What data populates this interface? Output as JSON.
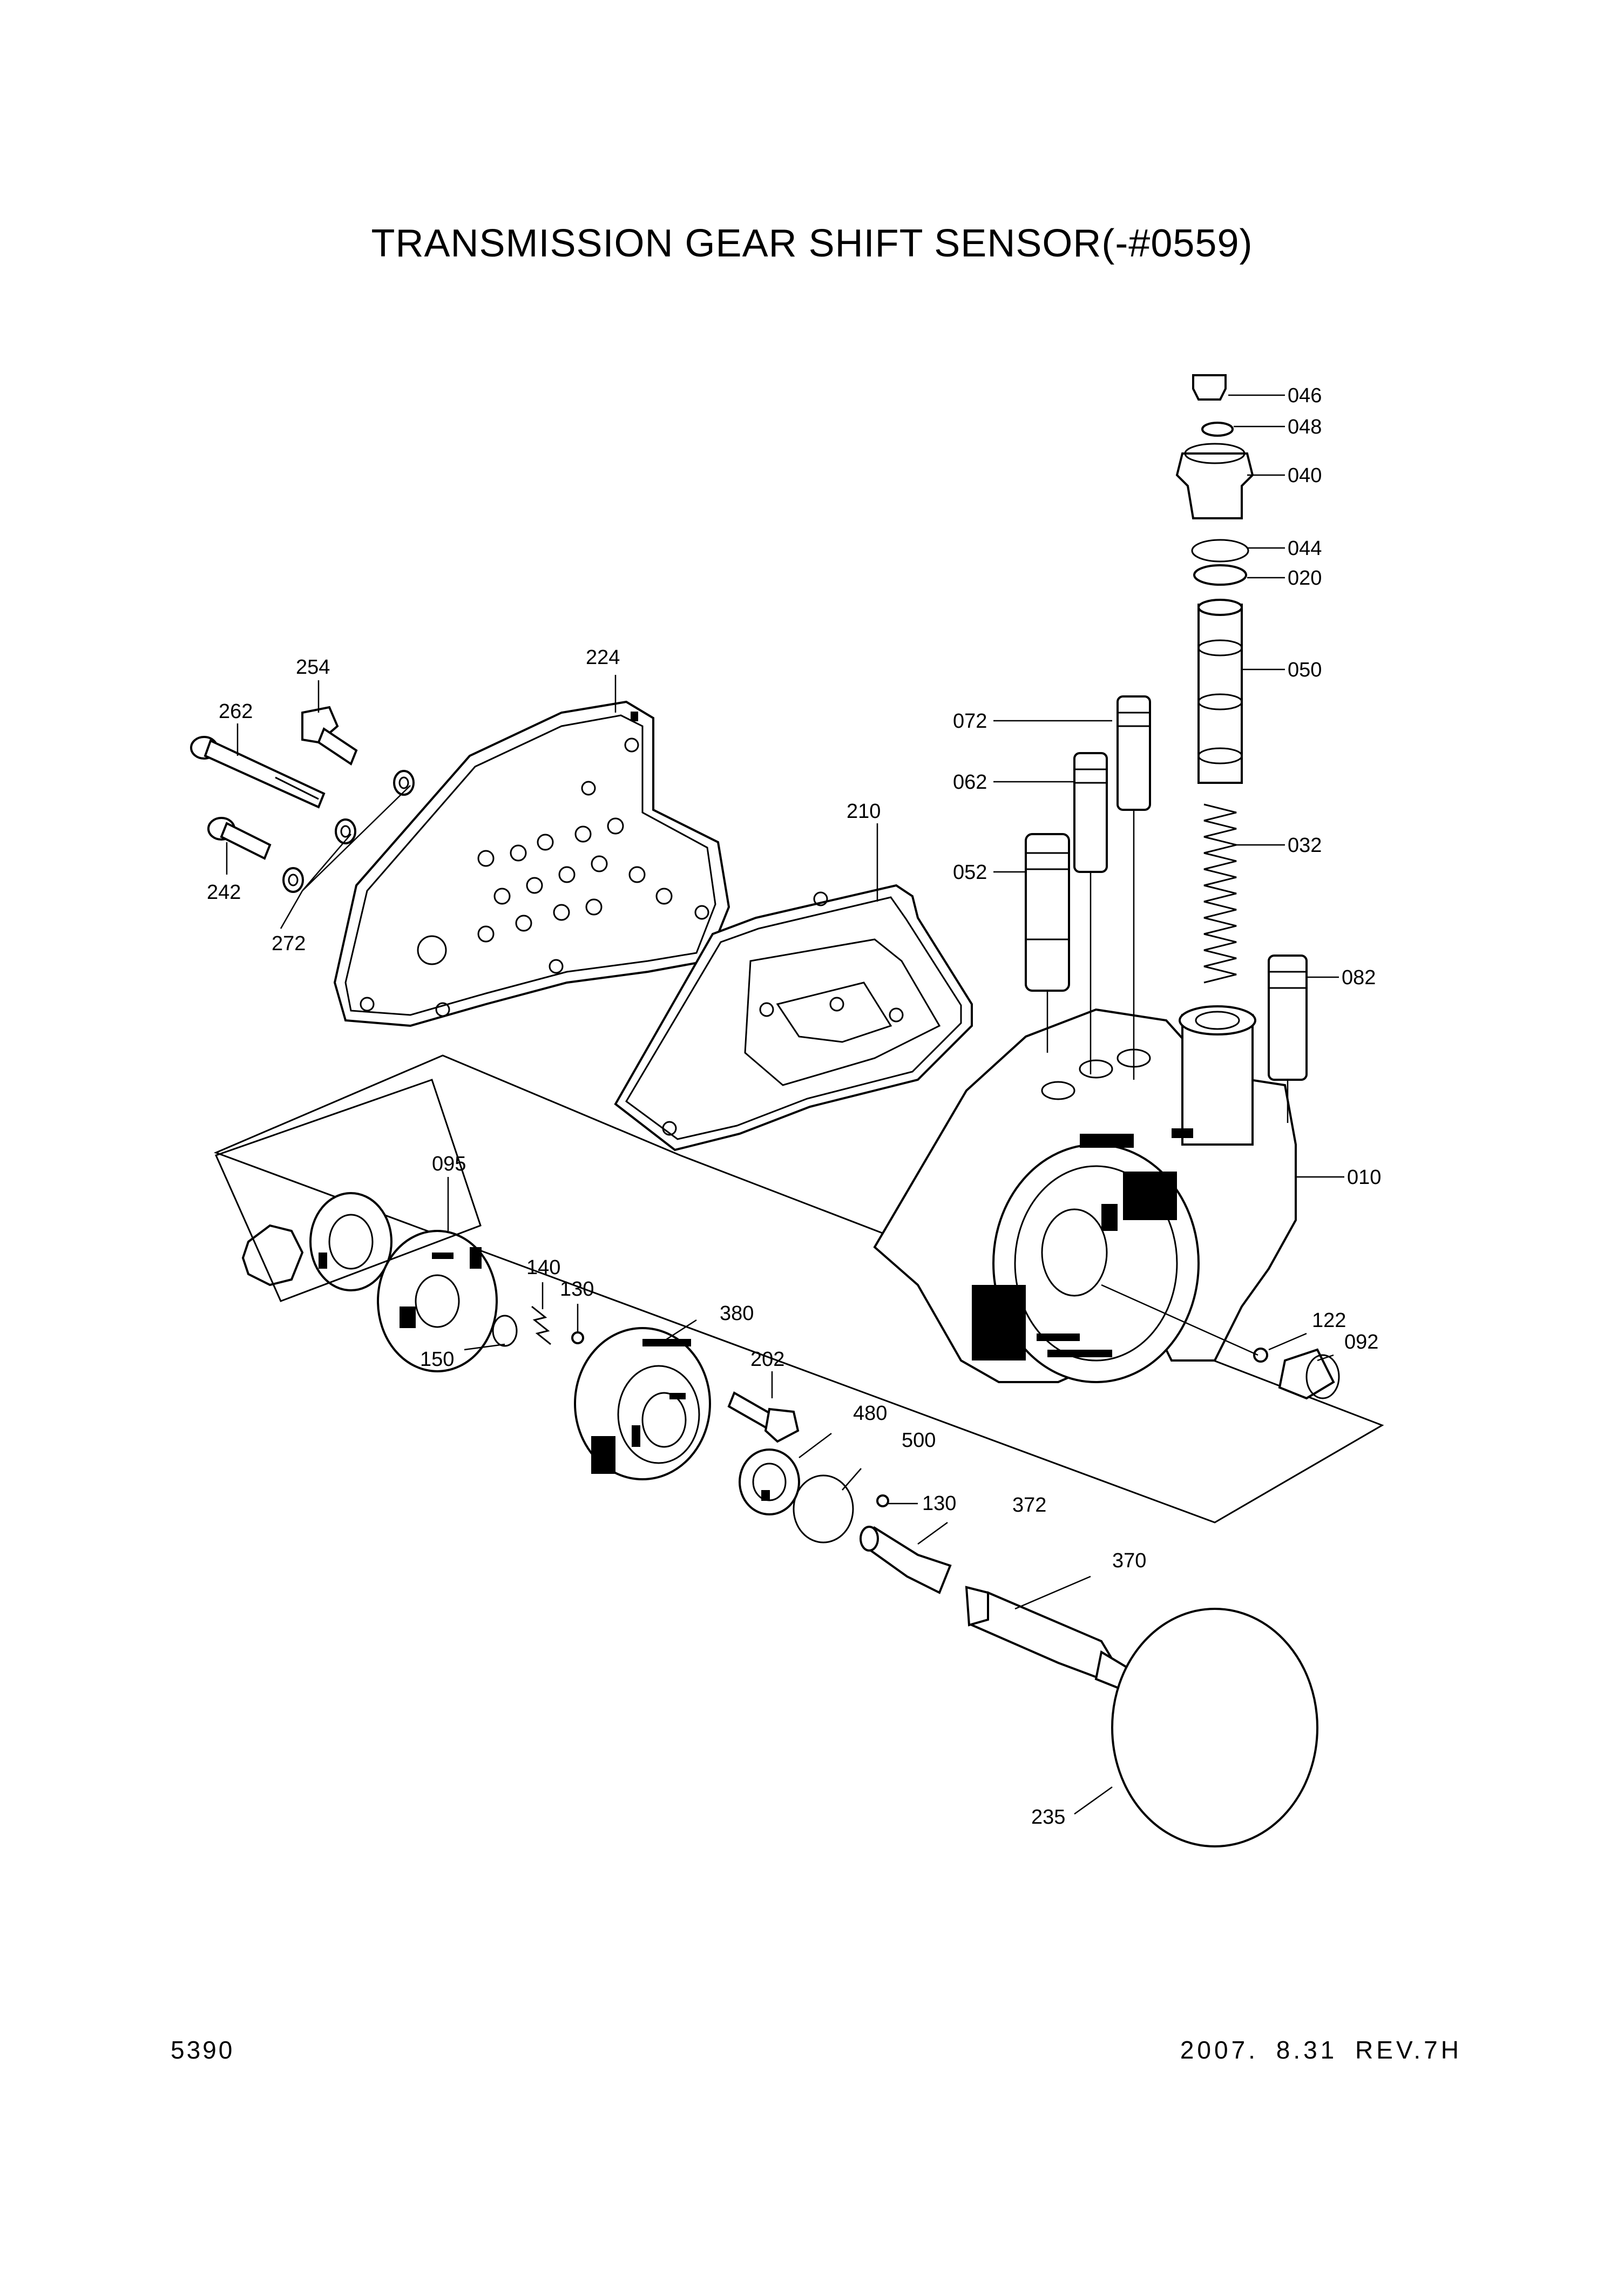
{
  "header": {
    "title": "TRANSMISSION GEAR SHIFT SENSOR(-#0559)"
  },
  "footer": {
    "page_number": "5390",
    "revision": "2007.  8.31  REV.7H"
  },
  "parts": [
    {
      "id": "046"
    },
    {
      "id": "048"
    },
    {
      "id": "040"
    },
    {
      "id": "044"
    },
    {
      "id": "020"
    },
    {
      "id": "050"
    },
    {
      "id": "072"
    },
    {
      "id": "062"
    },
    {
      "id": "052"
    },
    {
      "id": "032"
    },
    {
      "id": "082"
    },
    {
      "id": "010"
    },
    {
      "id": "224"
    },
    {
      "id": "254"
    },
    {
      "id": "262"
    },
    {
      "id": "242"
    },
    {
      "id": "272"
    },
    {
      "id": "210"
    },
    {
      "id": "095"
    },
    {
      "id": "140"
    },
    {
      "id": "130"
    },
    {
      "id": "150"
    },
    {
      "id": "380"
    },
    {
      "id": "202"
    },
    {
      "id": "480"
    },
    {
      "id": "500"
    },
    {
      "id": "130"
    },
    {
      "id": "372"
    },
    {
      "id": "370"
    },
    {
      "id": "122"
    },
    {
      "id": "092"
    },
    {
      "id": "235"
    }
  ]
}
